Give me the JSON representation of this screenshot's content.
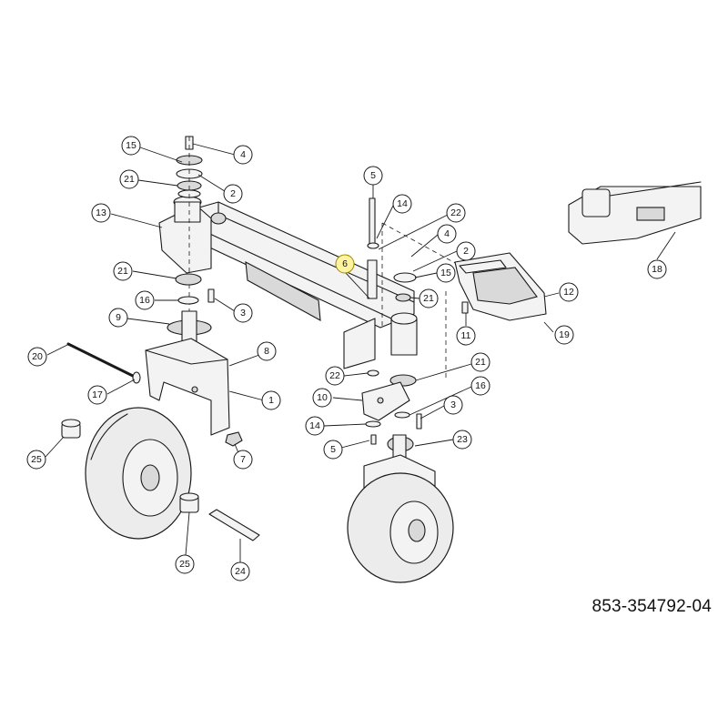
{
  "diagram": {
    "part_number": "853-354792-04",
    "highlighted_callout": "6",
    "callouts": [
      "15",
      "4",
      "21",
      "2",
      "13",
      "21",
      "16",
      "3",
      "9",
      "20",
      "8",
      "17",
      "1",
      "25",
      "7",
      "25",
      "24",
      "5",
      "14",
      "22",
      "4",
      "2",
      "15",
      "21",
      "6",
      "12",
      "11",
      "19",
      "18",
      "22",
      "21",
      "10",
      "16",
      "3",
      "14",
      "23",
      "5"
    ]
  }
}
